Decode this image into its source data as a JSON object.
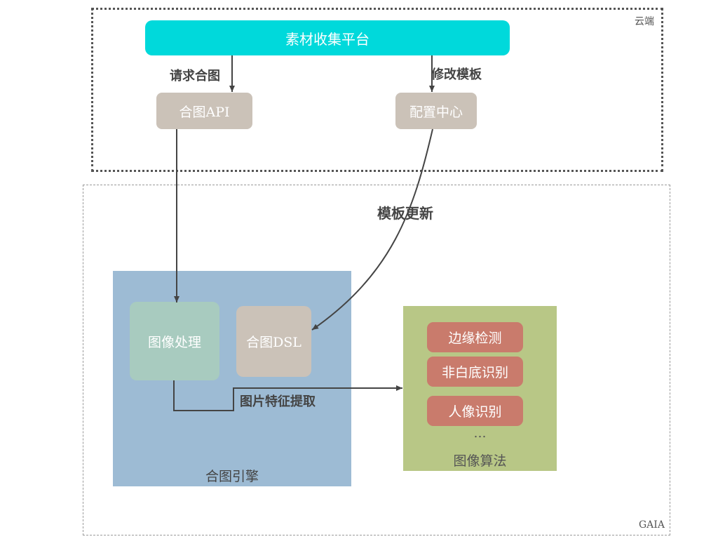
{
  "regions": {
    "cloud_label": "云端",
    "gaia_label": "GAIA"
  },
  "nodes": {
    "platform": "素材收集平台",
    "api": "合图API",
    "config": "配置中心",
    "image_processing": "图像处理",
    "dsl": "合图DSL",
    "engine": "合图引擎",
    "algorithms": "图像算法",
    "algo_items": [
      "边缘检测",
      "非白底识别",
      "人像识别"
    ],
    "algo_more": "…"
  },
  "edges": {
    "request": "请求合图",
    "modify": "修改模板",
    "update": "模板更新",
    "feature": "图片特征提取"
  },
  "colors": {
    "platform": "#00d9db",
    "grey_box": "#cbc2b8",
    "engine": "#9dbbd4",
    "image_processing": "#a8cbbf",
    "algorithms": "#b8c786",
    "algo_item": "#c97b6c",
    "edge": "#444444"
  }
}
